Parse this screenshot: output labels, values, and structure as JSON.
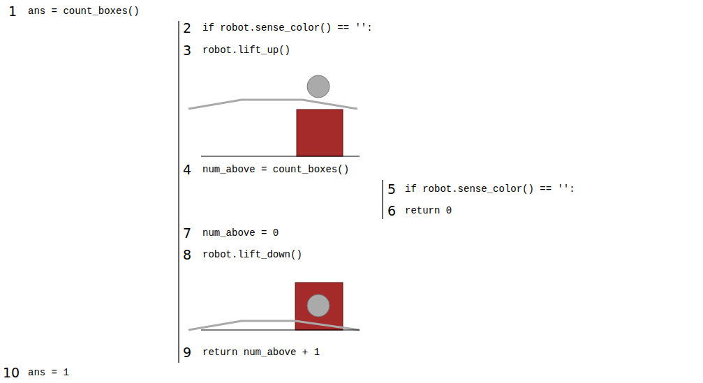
{
  "diagram": {
    "labels": [
      "1",
      "ans = count_boxes()",
      "2",
      "if robot.sense_color() == '':",
      "3",
      "robot.lift_up()",
      "4",
      "num_above = count_boxes()",
      "5",
      "if robot.sense_color() == '':",
      "6",
      "return 0",
      "7",
      "num_above = 0",
      "8",
      "robot.lift_down()",
      "9",
      "return num_above + 1",
      "10",
      "ans = 1"
    ]
  }
}
